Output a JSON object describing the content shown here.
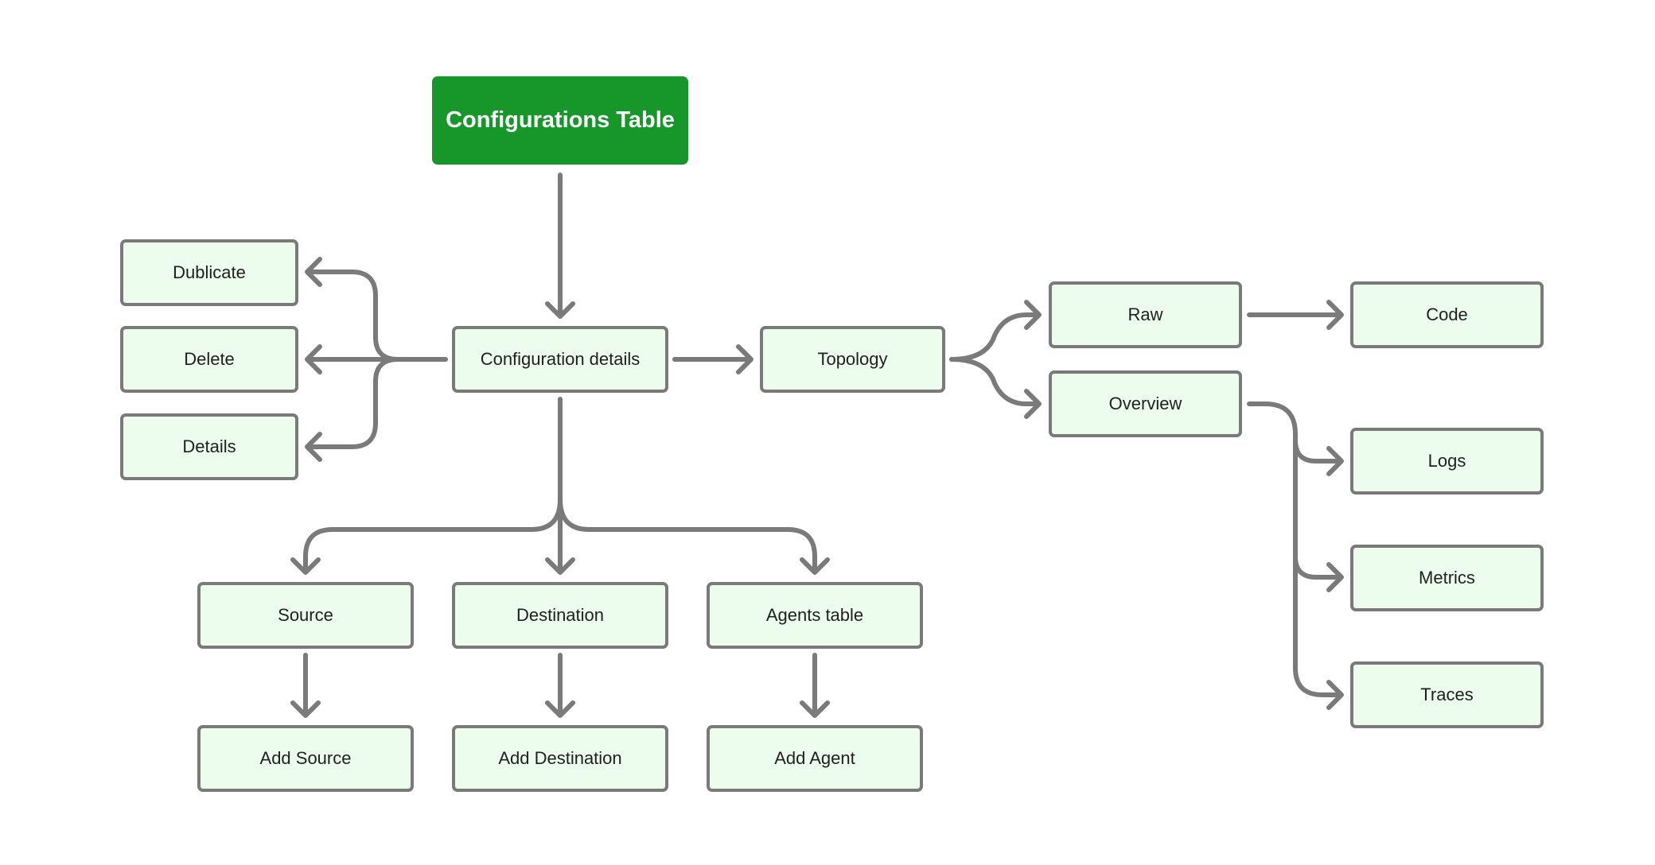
{
  "diagram": {
    "colors": {
      "primary_fill": "#17962a",
      "primary_text": "#ffffff",
      "node_fill": "#ecfdee",
      "node_border": "#7a7a7a",
      "node_text": "#1f1f1f",
      "connector": "#7a7a7a"
    },
    "nodes": {
      "configurations_table": "Configurations Table",
      "configuration_details": "Configuration details",
      "dublicate": "Dublicate",
      "delete": "Delete",
      "details": "Details",
      "topology": "Topology",
      "raw": "Raw",
      "code": "Code",
      "overview": "Overview",
      "logs": "Logs",
      "metrics": "Metrics",
      "traces": "Traces",
      "source": "Source",
      "destination": "Destination",
      "agents_table": "Agents table",
      "add_source": "Add Source",
      "add_destination": "Add Destination",
      "add_agent": "Add Agent"
    },
    "edges": [
      {
        "from": "configurations_table",
        "to": "configuration_details"
      },
      {
        "from": "configuration_details",
        "to": "dublicate"
      },
      {
        "from": "configuration_details",
        "to": "delete"
      },
      {
        "from": "configuration_details",
        "to": "details"
      },
      {
        "from": "configuration_details",
        "to": "topology"
      },
      {
        "from": "topology",
        "to": "raw"
      },
      {
        "from": "topology",
        "to": "overview"
      },
      {
        "from": "raw",
        "to": "code"
      },
      {
        "from": "overview",
        "to": "logs"
      },
      {
        "from": "overview",
        "to": "metrics"
      },
      {
        "from": "overview",
        "to": "traces"
      },
      {
        "from": "configuration_details",
        "to": "source"
      },
      {
        "from": "configuration_details",
        "to": "destination"
      },
      {
        "from": "configuration_details",
        "to": "agents_table"
      },
      {
        "from": "source",
        "to": "add_source"
      },
      {
        "from": "destination",
        "to": "add_destination"
      },
      {
        "from": "agents_table",
        "to": "add_agent"
      }
    ]
  }
}
